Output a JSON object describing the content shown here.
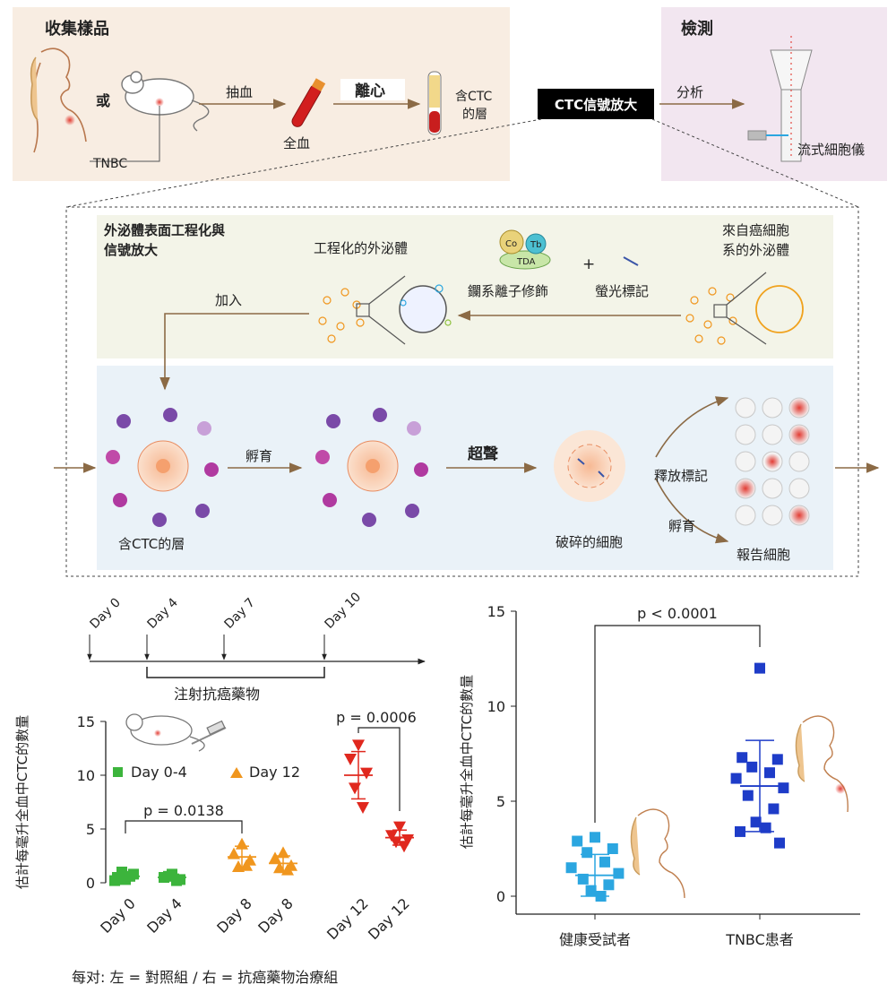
{
  "top": {
    "collect_title": "收集樣品",
    "or_label": "或",
    "tnbc_label": "TNBC",
    "draw_blood": "抽血",
    "whole_blood": "全血",
    "centrifuge": "離心",
    "ctc_layer_line1": "含CTC",
    "ctc_layer_line2": "的層",
    "amplify_box": "CTC信號放大",
    "analyze": "分析",
    "detect_title": "檢測",
    "flow_cytometer": "流式細胞儀"
  },
  "workflow": {
    "engineering_title_line1": "外泌體表面工程化與",
    "engineering_title_line2": "信號放大",
    "engineered_exosome": "工程化的外泌體",
    "co_label": "Co",
    "tb_label": "Tb",
    "tda_label": "TDA",
    "plus": "+",
    "lanthanide_mod": "鑭系離子修飾",
    "fluor_label": "螢光標記",
    "cancer_exo_line1": "來自癌細胞",
    "cancer_exo_line2": "系的外泌體",
    "add": "加入",
    "incubate": "孵育",
    "ultrasound": "超聲",
    "ctc_layer": "含CTC的層",
    "broken_cells": "破碎的細胞",
    "release_label": "釋放標記",
    "incubate2": "孵育",
    "reporter_cells": "報告細胞"
  },
  "timeline": {
    "days": [
      "Day 0",
      "Day 4",
      "Day 7",
      "Day 10"
    ],
    "inject_label": "注射抗癌藥物"
  },
  "colors": {
    "green": "#3cb43c",
    "orange": "#f0961e",
    "red": "#e0281e",
    "cyan": "#2ba6e0",
    "blue": "#1e3cc8",
    "collect_bg": "#f8ede2",
    "detect_bg": "#f2e6f0",
    "eng_bg": "#f3f4e8",
    "cell_bg": "#eaf2f8"
  },
  "chart_data": [
    {
      "type": "scatter",
      "ylabel": "估計每毫升全血中CTC的數量",
      "ylim": [
        0,
        15
      ],
      "yticks": [
        0,
        5,
        10,
        15
      ],
      "categories": [
        "Day 0",
        "Day 4",
        "Day 8",
        "Day 8",
        "Day 12",
        "Day 12"
      ],
      "legend": [
        "Day 0-4",
        "Day 12"
      ],
      "groups": [
        {
          "label": "Day 0",
          "color": "#3cb43c",
          "marker": "square",
          "values": [
            0.3,
            0.5,
            0.8,
            1.0,
            0.6,
            0.2
          ],
          "mean": 0.6,
          "sd": 0.4
        },
        {
          "label": "Day 4",
          "color": "#3cb43c",
          "marker": "square",
          "values": [
            0.8,
            0.5,
            0.3,
            0.6,
            0.2
          ],
          "mean": 0.5,
          "sd": 0.3
        },
        {
          "label": "Day 8",
          "color": "#f0961e",
          "marker": "triangle",
          "values": [
            3.6,
            2.7,
            2.1,
            1.5,
            1.6
          ],
          "mean": 2.4,
          "sd": 1.0
        },
        {
          "label": "Day 8",
          "color": "#f0961e",
          "marker": "triangle",
          "values": [
            2.8,
            2.3,
            1.6,
            1.4,
            1.2
          ],
          "mean": 1.8,
          "sd": 0.7
        },
        {
          "label": "Day 12",
          "color": "#e0281e",
          "marker": "triangle_down",
          "values": [
            12.8,
            11.5,
            10.2,
            8.8,
            7.0
          ],
          "mean": 10.0,
          "sd": 2.2
        },
        {
          "label": "Day 12",
          "color": "#e0281e",
          "marker": "triangle_down",
          "values": [
            5.2,
            4.4,
            4.0,
            3.8,
            3.4
          ],
          "mean": 4.2,
          "sd": 0.7
        }
      ],
      "significance": [
        {
          "text": "p = 0.0138"
        },
        {
          "text": "p = 0.0006"
        }
      ],
      "footnote": "每对:  左 = 對照組 / 右 = 抗癌藥物治療組"
    },
    {
      "type": "scatter",
      "ylabel": "估計每毫升全血中CTC的數量",
      "ylim": [
        0,
        15
      ],
      "yticks": [
        0,
        5,
        10,
        15
      ],
      "categories": [
        "健康受試者",
        "TNBC患者"
      ],
      "groups": [
        {
          "label": "健康受試者",
          "color": "#2ba6e0",
          "marker": "square",
          "values": [
            3.1,
            2.9,
            2.5,
            2.3,
            1.8,
            1.5,
            1.2,
            0.9,
            0.6,
            0.3,
            0.0
          ],
          "mean": 1.1,
          "sd": 1.1
        },
        {
          "label": "TNBC患者",
          "color": "#1e3cc8",
          "marker": "square",
          "values": [
            12.0,
            7.3,
            7.2,
            6.8,
            6.5,
            6.2,
            5.7,
            5.3,
            4.6,
            3.9,
            3.6,
            3.4,
            2.8
          ],
          "mean": 5.8,
          "sd": 2.4
        }
      ],
      "significance": [
        {
          "text": "p < 0.0001"
        }
      ]
    }
  ]
}
